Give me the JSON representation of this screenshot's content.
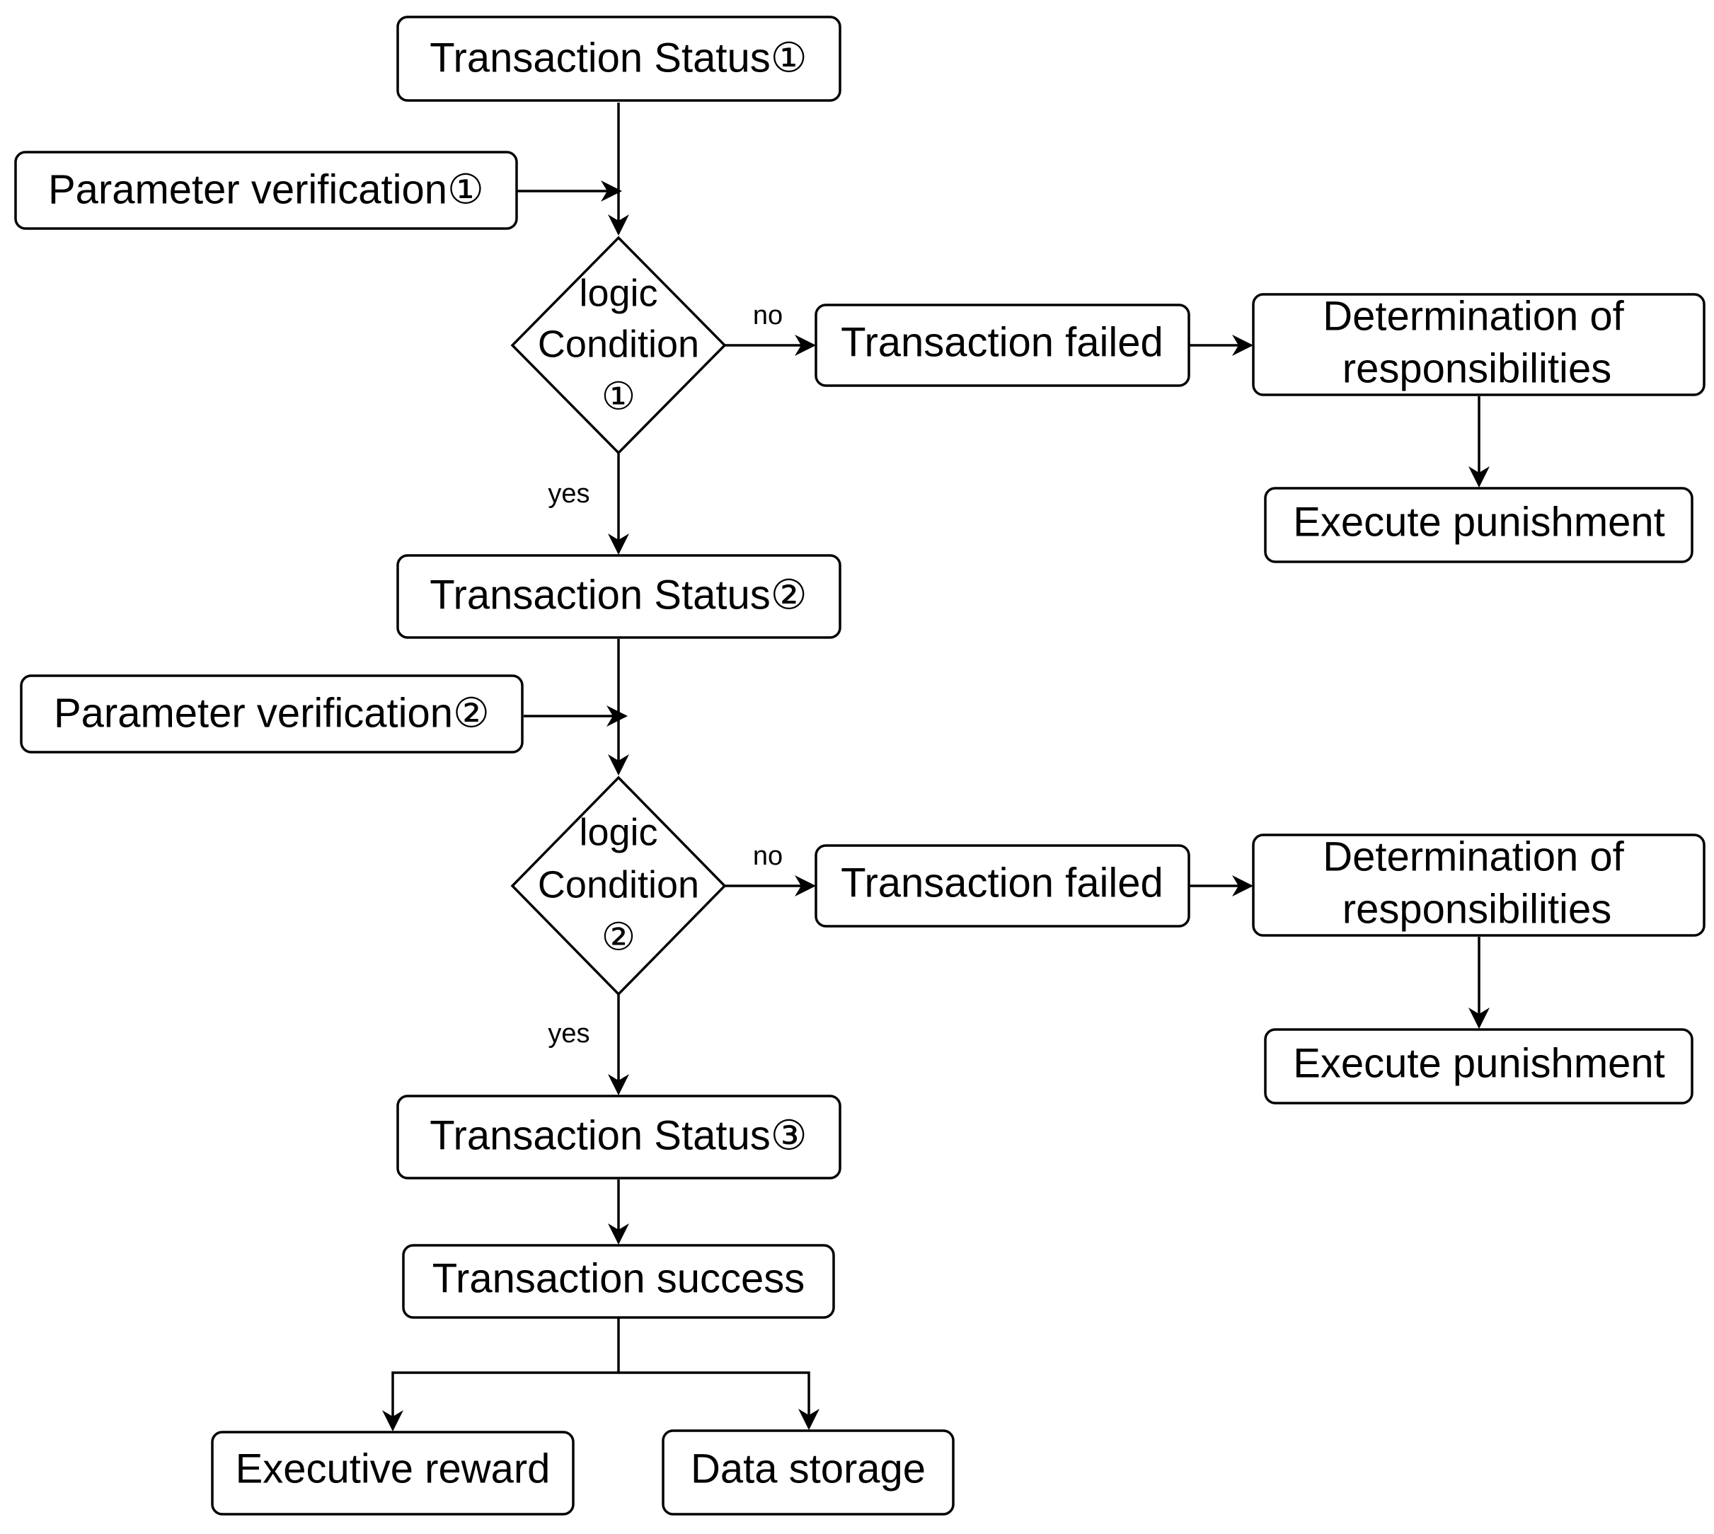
{
  "nodes": {
    "status1": "Transaction Status①",
    "param1": "Parameter verification①",
    "cond1": [
      "logic",
      "Condition",
      "①"
    ],
    "failed1": "Transaction failed",
    "resp1": [
      "Determination of",
      "responsibilities"
    ],
    "punish1": "Execute punishment",
    "status2": "Transaction Status②",
    "param2": "Parameter verification②",
    "cond2": [
      "logic",
      "Condition",
      "②"
    ],
    "failed2": "Transaction failed",
    "resp2": [
      "Determination of",
      "responsibilities"
    ],
    "punish2": "Execute punishment",
    "status3": "Transaction Status③",
    "success": "Transaction success",
    "reward": "Executive reward",
    "storage": "Data storage"
  },
  "edge_labels": {
    "no1": "no",
    "yes1": "yes",
    "no2": "no",
    "yes2": "yes"
  }
}
